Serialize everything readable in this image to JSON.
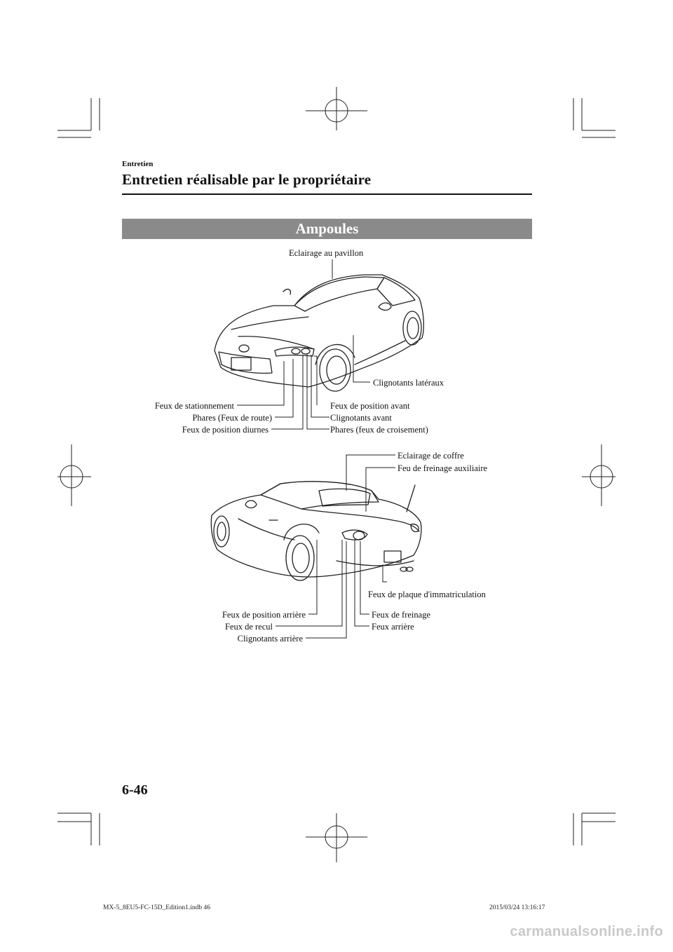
{
  "header": {
    "section": "Entretien",
    "title": "Entretien réalisable par le propriétaire"
  },
  "banner": "Ampoules",
  "front_labels": {
    "roof_light": "Eclairage au pavillon",
    "side_turn": "Clignotants latéraux",
    "parking": "Feux de stationnement",
    "high_beam": "Phares (Feux de route)",
    "daytime": "Feux de position diurnes",
    "front_position": "Feux de position avant",
    "front_turn": "Clignotants avant",
    "low_beam": "Phares (feux de croisement)"
  },
  "rear_labels": {
    "trunk_light": "Eclairage de coffre",
    "aux_brake": "Feu de freinage auxiliaire",
    "plate": "Feux de plaque d'immatriculation",
    "rear_position": "Feux de position arrière",
    "reverse": "Feux de recul",
    "rear_turn": "Clignotants arrière",
    "brake": "Feux de freinage",
    "tail": "Feux arrière"
  },
  "page_number": "6-46",
  "footer": {
    "file": "MX-5_8EU5-FC-15D_Edition1.indb   46",
    "timestamp": "2015/03/24   13:16:17"
  },
  "watermark": "carmanualsonline.info"
}
